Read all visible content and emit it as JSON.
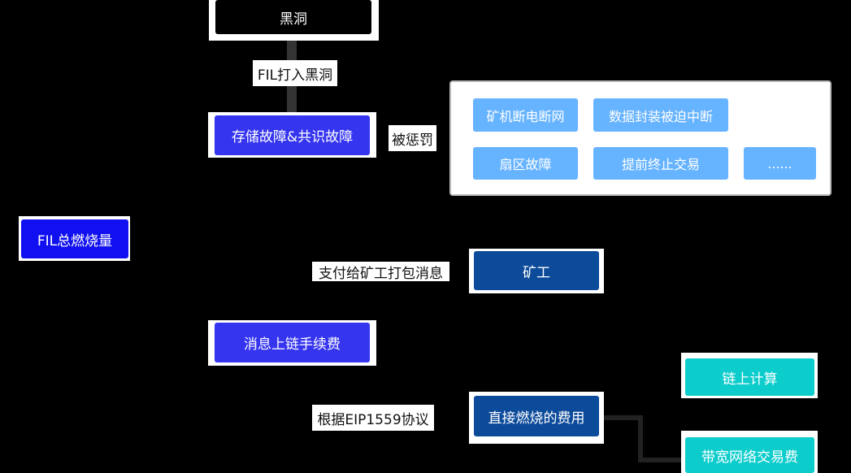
{
  "nodes": {
    "black_hole": "黑洞",
    "storage_fault": "存储故障&共识故障",
    "total_burn": "FIL总燃烧量",
    "msg_fee": "消息上链手续费",
    "miner": "矿工",
    "direct_burn": "直接燃烧的费用",
    "onchain_compute": "链上计算",
    "bandwidth_fee": "带宽网络交易费"
  },
  "labels": {
    "to_black_hole": "FIL打入黑洞",
    "penalized": "被惩罚",
    "pay_miner": "支付给矿工打包消息",
    "eip1559": "根据EIP1559协议"
  },
  "penalties": [
    "矿机断电断网",
    "数据封装被迫中断",
    "扇区故障",
    "提前终止交易",
    "......"
  ],
  "colors": {
    "dark": "#000000",
    "blue": "#3535f0",
    "deep_blue": "#1010f0",
    "navy": "#0c4a9a",
    "teal": "#0dcccc",
    "light_blue": "#66b3ff"
  }
}
